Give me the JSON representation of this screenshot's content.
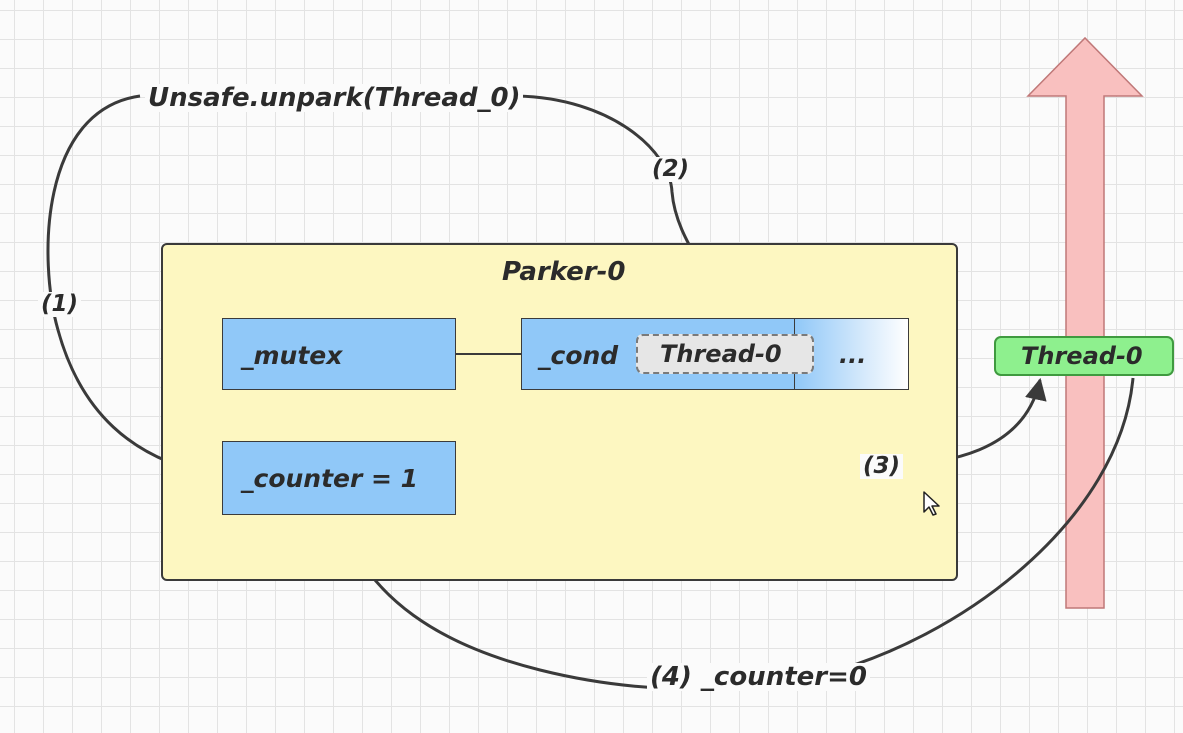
{
  "call_label": "Unsafe.unpark(Thread_0)",
  "parker": {
    "title": "Parker-0",
    "mutex_label": "_mutex",
    "cond_label": "_cond",
    "counter_label": "_counter = 1",
    "queue_thread_label": "Thread-0",
    "queue_more_label": "..."
  },
  "running_thread_label": "Thread-0",
  "steps": {
    "step1": "(1)",
    "step2": "(2)",
    "step3": "(3)",
    "step4": "(4) _counter=0"
  },
  "colors": {
    "grid_background": "#fbfbfb",
    "parker_fill": "#fdf7c1",
    "field_fill": "#90c8f8",
    "running_thread_fill": "#8ef08e",
    "big_arrow_fill": "#f9c0bf"
  }
}
